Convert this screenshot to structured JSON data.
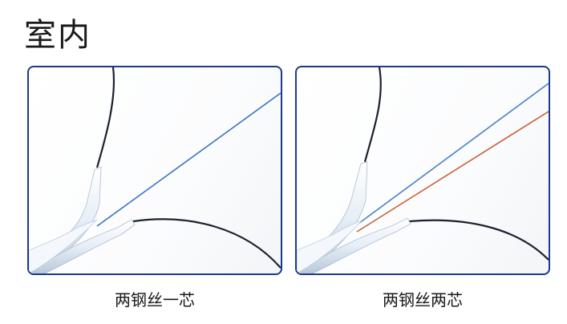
{
  "heading": "室内",
  "panels": [
    {
      "caption": "两钢丝一芯",
      "fiber_colors": [
        "#3b73c4"
      ]
    },
    {
      "caption": "两钢丝两芯",
      "fiber_colors": [
        "#4a7fc8",
        "#c8643a"
      ]
    }
  ],
  "colors": {
    "frame": "#1c3a8c",
    "cable_sheath": "#e4ecf5",
    "steel_wire": "#1e2030"
  }
}
